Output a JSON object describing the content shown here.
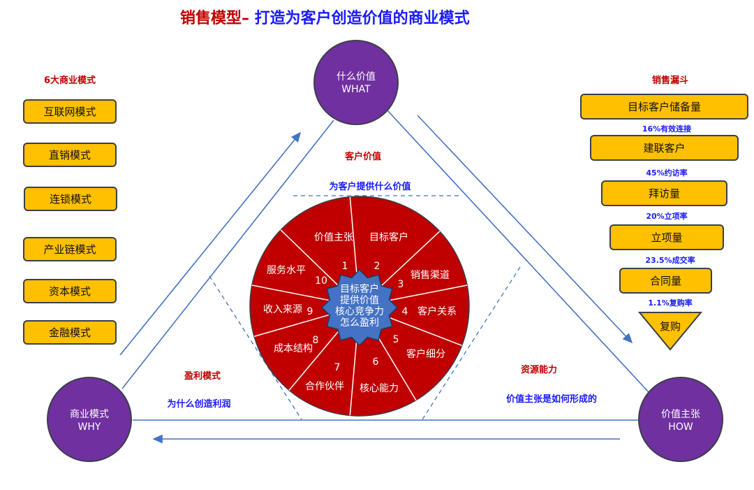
{
  "title": {
    "part1": "销售模型– ",
    "part2": "打造为客户创造价值的商业模式"
  },
  "colors": {
    "purple": "#7030a0",
    "wheel": "#c00000",
    "hub": "#4472c4",
    "box": "#ffc000",
    "line": "#4472c4"
  },
  "nodes": {
    "what": {
      "line1": "什么价值",
      "line2": "WHAT"
    },
    "why": {
      "line1": "商业模式",
      "line2": "WHY"
    },
    "how": {
      "line1": "价值主张",
      "line2": "HOW"
    }
  },
  "left_panel": {
    "heading": "6大商业模式",
    "items": [
      "互联网模式",
      "直销模式",
      "连锁模式",
      "产业链模式",
      "资本模式",
      "金融模式"
    ]
  },
  "funnel": {
    "heading": "销售漏斗",
    "stages": [
      "目标客户储备量",
      "建联客户",
      "拜访量",
      "立项量",
      "合同量"
    ],
    "rates": [
      "16%有效连接",
      "45%约访率",
      "20%立项率",
      "23.5%成交率",
      "1.1%复购率"
    ],
    "final": "复购"
  },
  "edges": {
    "top": {
      "title": "客户价值",
      "subtitle": "为客户提供什么价值"
    },
    "left": {
      "title": "盈利模式",
      "subtitle": "为什么创造利润"
    },
    "right": {
      "title": "资源能力",
      "subtitle": "价值主张是如何形成的"
    }
  },
  "wheel": {
    "hub": [
      "目标客户",
      "提供价值",
      "核心竞争力",
      "怎么盈利"
    ],
    "segments": [
      {
        "num": "1",
        "label": "价值主张"
      },
      {
        "num": "2",
        "label": "目标客户"
      },
      {
        "num": "3",
        "label": "销售渠道"
      },
      {
        "num": "4",
        "label": "客户关系"
      },
      {
        "num": "5",
        "label": "客户细分"
      },
      {
        "num": "6",
        "label": "核心能力"
      },
      {
        "num": "7",
        "label": "合作伙伴"
      },
      {
        "num": "8",
        "label": "成本结构"
      },
      {
        "num": "9",
        "label": "收入来源"
      },
      {
        "num": "10",
        "label": "服务水平"
      }
    ]
  }
}
